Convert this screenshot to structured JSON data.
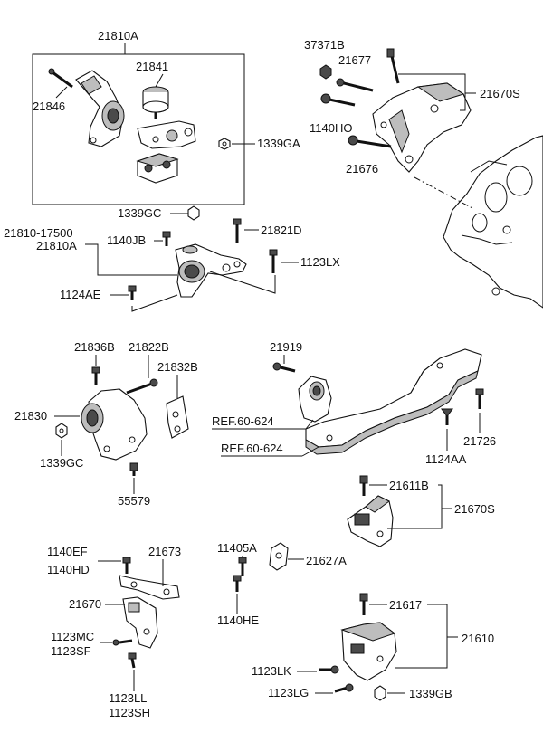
{
  "labels": {
    "l21810A_top": "21810A",
    "l21841": "21841",
    "l21846": "21846",
    "l1339GA": "1339GA",
    "l37371B": "37371B",
    "l21677": "21677",
    "l21670S_top": "21670S",
    "l1140HO": "1140HO",
    "l21676": "21676",
    "l1339GC_mid": "1339GC",
    "l21810_17500": "21810-17500",
    "l21810A_mid": "21810A",
    "l1140JB": "1140JB",
    "l21821D": "21821D",
    "l1123LX": "1123LX",
    "l1124AE": "1124AE",
    "l21836B": "21836B",
    "l21822B": "21822B",
    "l21832B": "21832B",
    "l21830": "21830",
    "l1339GC_low": "1339GC",
    "l55579": "55579",
    "l21919": "21919",
    "lref1": "REF.60-624",
    "lref2": "REF.60-624",
    "l1124AA": "1124AA",
    "l21726": "21726",
    "l21611B": "21611B",
    "l21670S_low": "21670S",
    "l1140EF": "1140EF",
    "l1140HD": "1140HD",
    "l21673": "21673",
    "l21670": "21670",
    "l1123MC": "1123MC",
    "l1123SF": "1123SF",
    "l1123LL": "1123LL",
    "l1123SH": "1123SH",
    "l11405A": "11405A",
    "l21627A": "21627A",
    "l1140HE": "1140HE",
    "l21617": "21617",
    "l21610": "21610",
    "l1123LK": "1123LK",
    "l1123LG": "1123LG",
    "l1339GB": "1339GB"
  }
}
